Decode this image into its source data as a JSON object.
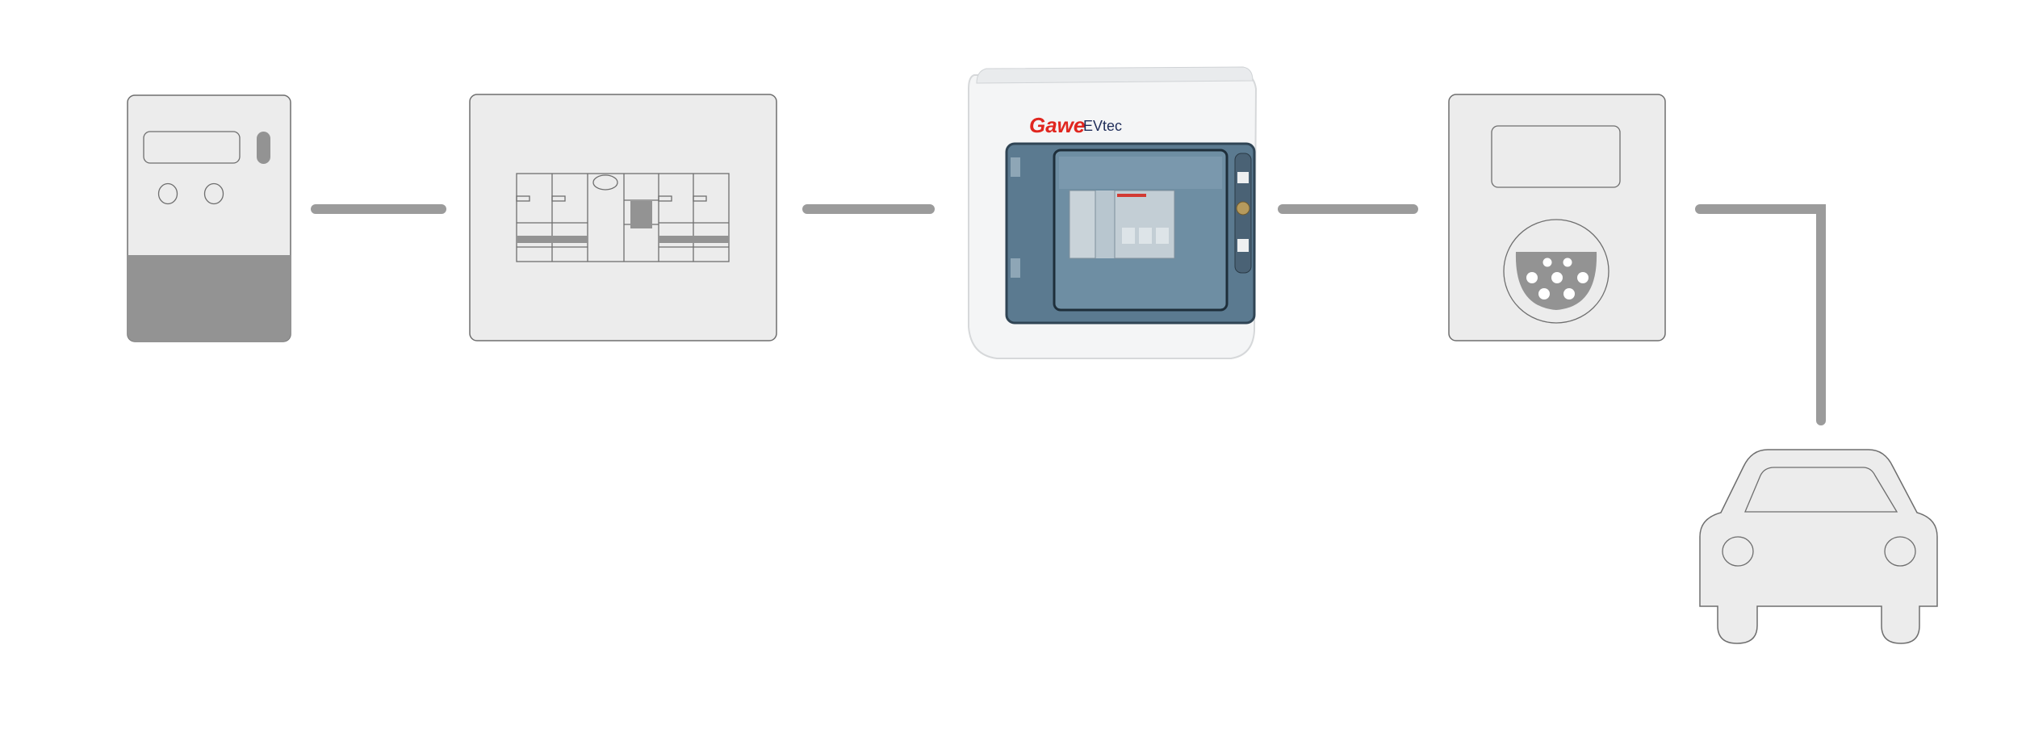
{
  "diagram": {
    "nodes": [
      {
        "id": "meter",
        "label": "electricity-meter"
      },
      {
        "id": "breaker-panel",
        "label": "breaker-panel"
      },
      {
        "id": "distribution-box",
        "label": "distribution-box"
      },
      {
        "id": "charger",
        "label": "ev-charger"
      },
      {
        "id": "car",
        "label": "electric-vehicle"
      }
    ],
    "connections": [
      [
        "meter",
        "breaker-panel"
      ],
      [
        "breaker-panel",
        "distribution-box"
      ],
      [
        "distribution-box",
        "charger"
      ],
      [
        "charger",
        "car"
      ]
    ]
  },
  "product": {
    "brand": "Gawe",
    "model": "EVtec"
  },
  "colors": {
    "wire": "#9b9b9b",
    "panel_fill": "#ececec",
    "dark_fill": "#939393",
    "brand_red": "#e0261f",
    "brand_navy": "#1f2d5a",
    "door_blue": "#4f7088"
  }
}
